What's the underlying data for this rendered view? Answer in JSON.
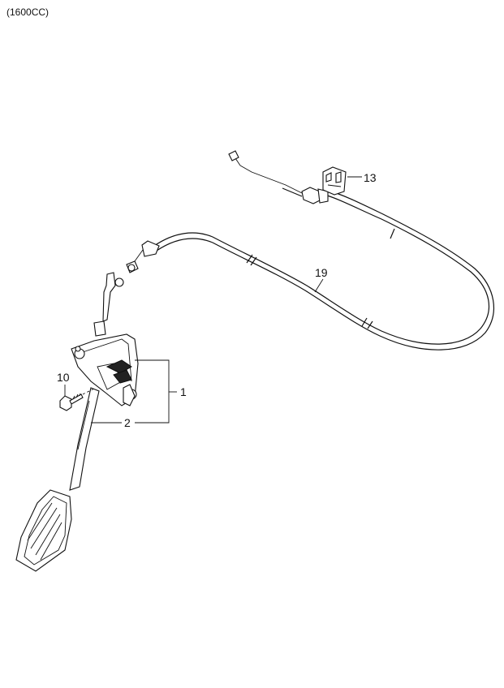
{
  "header": {
    "variant": "(1600CC)"
  },
  "callouts": {
    "c1": "1",
    "c2": "2",
    "c10": "10",
    "c13": "13",
    "c19": "19"
  }
}
